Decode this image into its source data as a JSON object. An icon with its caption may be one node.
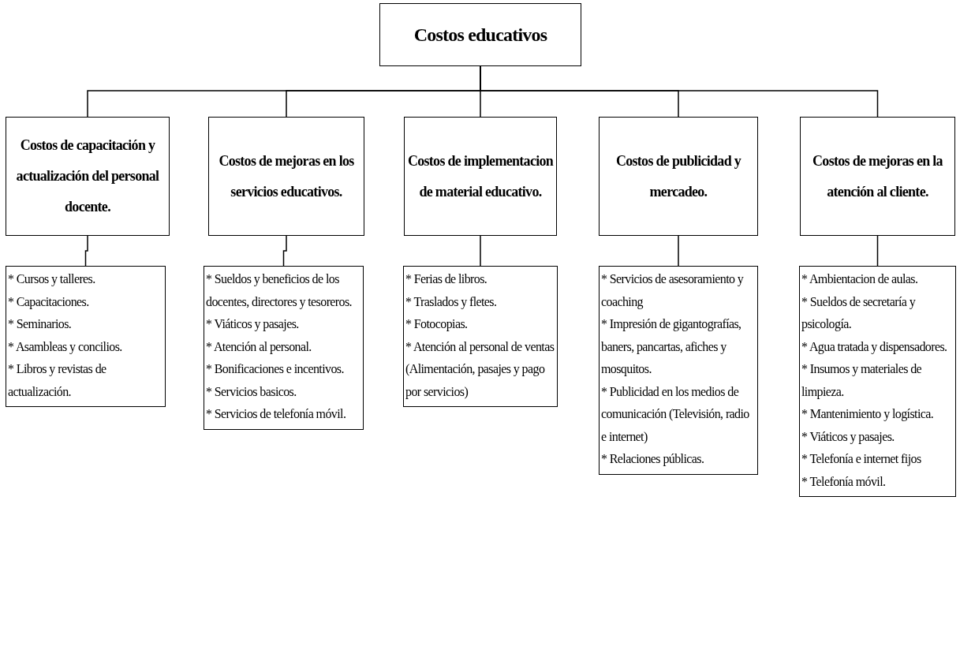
{
  "diagram": {
    "nodes": [
      {
        "text": [
          "Costos educativos"
        ]
      },
      {
        "text": [
          "Costos de capacitación y actualización del personal docente."
        ]
      },
      {
        "text": [
          "Costos de mejoras en los servicios educativos."
        ]
      },
      {
        "text": [
          "Costos de implementacion de material educativo."
        ]
      },
      {
        "text": [
          "Costos de publicidad y mercadeo."
        ]
      },
      {
        "text": [
          "Costos de mejoras en la atención al cliente."
        ]
      },
      {
        "text": [
          "* Cursos y talleres.",
          "* Capacitaciones.",
          "* Seminarios.",
          "* Asambleas y concilios.",
          "* Libros y revistas de actualización."
        ]
      },
      {
        "text": [
          "* Sueldos y beneficios de los docentes, directores y tesoreros.",
          "* Viáticos y pasajes.",
          "* Atención al personal.",
          "* Bonificaciones e incentivos.",
          "* Servicios basicos.",
          "* Servicios de telefonía móvil."
        ]
      },
      {
        "text": [
          "* Ferias de libros.",
          "* Traslados y fletes.",
          "* Fotocopias.",
          "* Atención al personal de ventas (Alimentación, pasajes y pago por servicios)"
        ]
      },
      {
        "text": [
          "* Servicios de asesoramiento y coaching",
          "* Impresión de gigantografías, baners, pancartas, afiches y mosquitos.",
          "* Publicidad en los medios de comunicación (Televisión, radio e internet)",
          "* Relaciones públicas."
        ]
      },
      {
        "text": [
          "* Ambientacion de aulas.",
          "* Sueldos de secretaría y psicología.",
          "* Agua tratada y dispensadores.",
          "* Insumos y materiales de limpieza.",
          "* Mantenimiento y logística.",
          "* Viáticos y pasajes.",
          "* Telefonía e internet fijos",
          "* Telefonía móvil."
        ]
      }
    ],
    "edges": [
      {
        "from": 0,
        "to": 1,
        "arrow": "none"
      },
      {
        "from": 0,
        "to": 2,
        "arrow": "none"
      },
      {
        "from": 0,
        "to": 3,
        "arrow": "none"
      },
      {
        "from": 0,
        "to": 4,
        "arrow": "none"
      },
      {
        "from": 0,
        "to": 5,
        "arrow": "none"
      },
      {
        "from": 1,
        "to": 6,
        "arrow": "none"
      },
      {
        "from": 2,
        "to": 7,
        "arrow": "none"
      },
      {
        "from": 3,
        "to": 8,
        "arrow": "none"
      },
      {
        "from": 4,
        "to": 9,
        "arrow": "none"
      },
      {
        "from": 5,
        "to": 10,
        "arrow": "none"
      }
    ]
  }
}
